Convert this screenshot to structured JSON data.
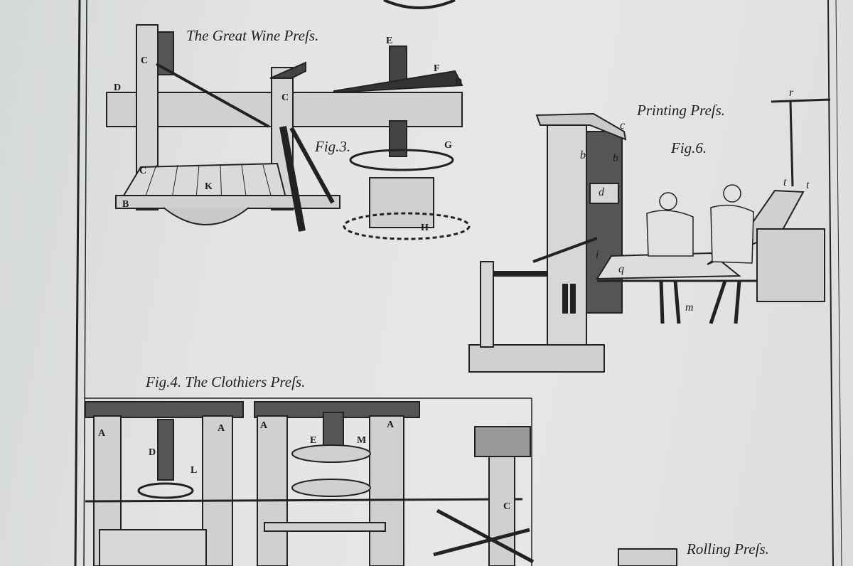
{
  "plate": {
    "wine_press": {
      "title": "The Great Wine Preſs.",
      "fig": "Fig.3.",
      "letters": [
        "E",
        "F",
        "D",
        "D",
        "C",
        "C",
        "C",
        "B",
        "K",
        "G",
        "H"
      ]
    },
    "printing_press": {
      "title": "Printing Preſs.",
      "fig": "Fig.6.",
      "letters": [
        "c",
        "b",
        "b",
        "d",
        "t",
        "t",
        "r",
        "q",
        "m",
        "i"
      ]
    },
    "clothiers_press": {
      "title": "Fig.4.  The Clothiers Preſs.",
      "letters": [
        "A",
        "A",
        "A",
        "A",
        "D",
        "L",
        "E",
        "M",
        "C"
      ]
    },
    "rolling_press": {
      "title": "Rolling Preſs."
    }
  },
  "colors": {
    "paper": "#e3e5e4",
    "ink": "#1f1f1f"
  }
}
